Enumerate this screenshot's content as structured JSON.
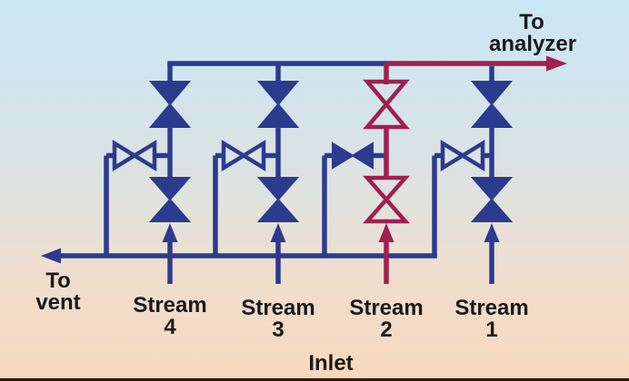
{
  "diagram": {
    "type": "stream-selection-valve-manifold",
    "colors": {
      "pipe_blue": "#2C3B8E",
      "selected_stream": "#A02050",
      "text": "#1A1A1A",
      "bottom_border": "#2A160A",
      "bg_stops": [
        [
          "0%",
          "#CBE7F5"
        ],
        [
          "28%",
          "#D3E4EA"
        ],
        [
          "50%",
          "#DFE2DF"
        ],
        [
          "70%",
          "#EEDFD0"
        ],
        [
          "100%",
          "#F9D8BC"
        ]
      ]
    },
    "labels": {
      "to_analyzer": [
        "To",
        "analyzer"
      ],
      "to_vent": [
        "To",
        "vent"
      ],
      "inlet": "Inlet"
    },
    "streams": [
      {
        "name": "Stream 4",
        "label_lines": [
          "Stream",
          "4"
        ],
        "selected": false,
        "flows_to": "vent",
        "top_block_valve": "closed",
        "bottom_block_valve": "closed",
        "bleed_valve": "open"
      },
      {
        "name": "Stream 3",
        "label_lines": [
          "Stream",
          "3"
        ],
        "selected": false,
        "flows_to": "vent",
        "top_block_valve": "closed",
        "bottom_block_valve": "closed",
        "bleed_valve": "open"
      },
      {
        "name": "Stream 2",
        "label_lines": [
          "Stream",
          "2"
        ],
        "selected": true,
        "flows_to": "analyzer",
        "top_block_valve": "open",
        "bottom_block_valve": "open",
        "bleed_valve": "closed"
      },
      {
        "name": "Stream 1",
        "label_lines": [
          "Stream",
          "1"
        ],
        "selected": false,
        "flows_to": "vent",
        "top_block_valve": "closed",
        "bottom_block_valve": "closed",
        "bleed_valve": "open"
      }
    ]
  }
}
